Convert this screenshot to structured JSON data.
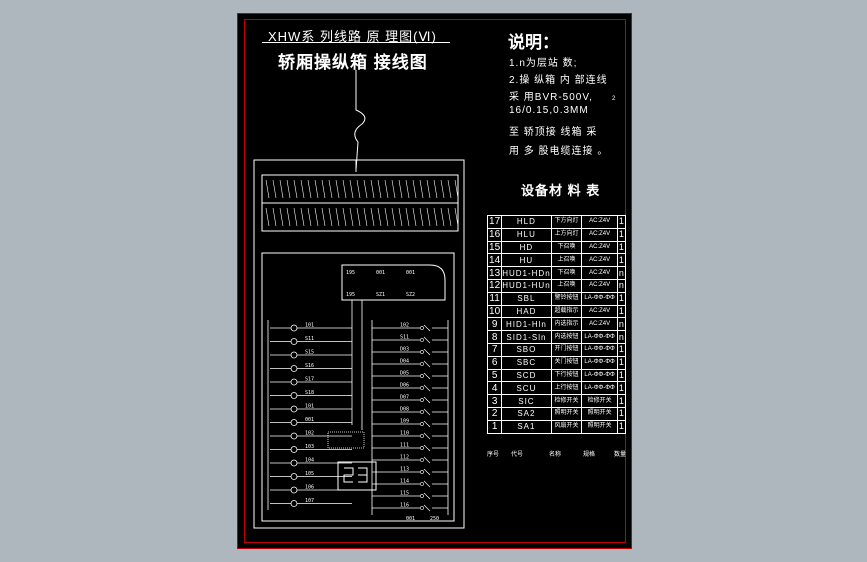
{
  "title": {
    "line1": "XHW系 列线路 原 理图(Ⅵ)",
    "line2": "轿厢操纵箱 接线图"
  },
  "notes": {
    "heading": "说明：",
    "lines": [
      "1.n为层站 数;",
      "2.操 纵箱 内 部连线",
      "采 用BVR-500V,",
      "16/0.15,0.3MM",
      "至 轿顶接 线箱 采",
      "用 多 股电缆连接 。"
    ],
    "superscript": "2"
  },
  "equipment": {
    "heading": "设备材 料 表",
    "rows": [
      {
        "no": "17",
        "code": "HLD",
        "name": "下方向灯",
        "spec": "AC:Z4V",
        "qty": "1"
      },
      {
        "no": "16",
        "code": "HLU",
        "name": "上方向灯",
        "spec": "AC:Z4V",
        "qty": "1"
      },
      {
        "no": "15",
        "code": "HD",
        "name": "下召唤",
        "spec": "AC:Z4V",
        "qty": "1"
      },
      {
        "no": "14",
        "code": "HU",
        "name": "上召唤",
        "spec": "AC:Z4V",
        "qty": "1"
      },
      {
        "no": "13",
        "code": "HUD1-HDn",
        "name": "下召唤",
        "spec": "AC:Z4V",
        "qty": "n"
      },
      {
        "no": "12",
        "code": "HUD1-HUn",
        "name": "上召唤",
        "spec": "AC:Z4V",
        "qty": "n"
      },
      {
        "no": "11",
        "code": "SBL",
        "name": "警铃按钮",
        "spec": "LA-ΦΦ-ΦΦ",
        "qty": "1"
      },
      {
        "no": "10",
        "code": "HAD",
        "name": "超载指示",
        "spec": "AC:Z4V",
        "qty": "1"
      },
      {
        "no": "9",
        "code": "HID1-Hln",
        "name": "内选指示",
        "spec": "AC:Z4V",
        "qty": "n"
      },
      {
        "no": "8",
        "code": "SID1-Sln",
        "name": "内选按钮",
        "spec": "LA-ΦΦ-ΦΦ",
        "qty": "n"
      },
      {
        "no": "7",
        "code": "SBO",
        "name": "开门按钮",
        "spec": "LA-ΦΦ-ΦΦ",
        "qty": "1"
      },
      {
        "no": "6",
        "code": "SBC",
        "name": "关门按钮",
        "spec": "LA-ΦΦ-ΦΦ",
        "qty": "1"
      },
      {
        "no": "5",
        "code": "SCD",
        "name": "下行按钮",
        "spec": "LA-ΦΦ-ΦΦ",
        "qty": "1"
      },
      {
        "no": "4",
        "code": "SCU",
        "name": "上行按钮",
        "spec": "LA-ΦΦ-ΦΦ",
        "qty": "1"
      },
      {
        "no": "3",
        "code": "SIC",
        "name": "检修开关",
        "spec": "检修开关",
        "qty": "1"
      },
      {
        "no": "2",
        "code": "SA2",
        "name": "照明开关",
        "spec": "照明开关",
        "qty": "1"
      },
      {
        "no": "1",
        "code": "SA1",
        "name": "风扇开关",
        "spec": "照明开关",
        "qty": "1"
      }
    ],
    "header": [
      "序号",
      "代号",
      "名称",
      "规格",
      "数量"
    ]
  },
  "diagram": {
    "connector_labels": [
      "195",
      "001",
      "001",
      "195",
      "SZ1",
      "SZ2"
    ],
    "left_terminals": [
      "101",
      "S11",
      "S15",
      "S16",
      "S17",
      "S18",
      "101",
      "001",
      "102",
      "103",
      "104",
      "105",
      "106",
      "107"
    ],
    "right_terminals": [
      "102",
      "S11",
      "D03",
      "D04",
      "D05",
      "D06",
      "D07",
      "D08",
      "109",
      "110",
      "111",
      "112",
      "113",
      "114",
      "115",
      "116"
    ],
    "bottom_labels": [
      "001",
      "250"
    ]
  },
  "colors": {
    "background": "#aeb6be",
    "sheet": "#000000",
    "frame": "#c00000",
    "lines": "#ffffff"
  }
}
